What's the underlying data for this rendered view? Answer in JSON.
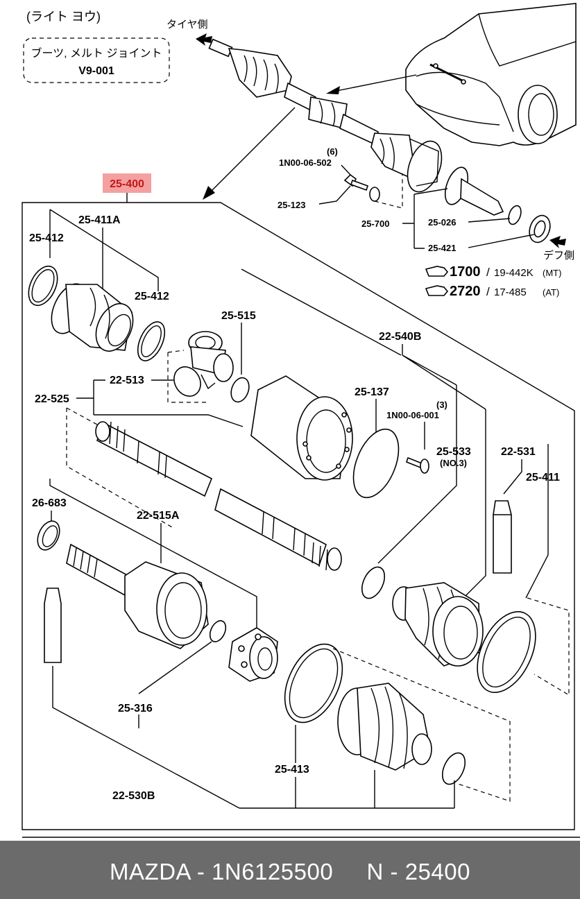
{
  "header": {
    "title_jp": "(ライト ヨウ)",
    "title_box_line1": "ブーツ, メルト ジョイント",
    "title_box_line2": "V9-001",
    "tire_side": "タイヤ側",
    "diff_side": "デフ側"
  },
  "highlight_part": "25-400",
  "top_labels": {
    "bolt_count": "(6)",
    "bolt_part": "1N00-06-502",
    "p_25_123": "25-123",
    "p_25_700": "25-700",
    "p_25_026": "25-026",
    "p_25_421": "25-421"
  },
  "references": [
    {
      "icon": "hand-pointer-icon",
      "page": "1700",
      "ref": "19-442K",
      "note": "(MT)"
    },
    {
      "icon": "hand-pointer-icon",
      "page": "2720",
      "ref": "17-485",
      "note": "(AT)"
    }
  ],
  "parts": {
    "p_25_411A": "25-411A",
    "p_25_412a": "25-412",
    "p_25_412b": "25-412",
    "p_25_515": "25-515",
    "p_22_540B": "22-540B",
    "p_22_513": "22-513",
    "p_22_525": "22-525",
    "p_25_137": "25-137",
    "screw_count": "(3)",
    "screw_part": "1N00-06-001",
    "p_25_533": "25-533",
    "p_25_533_note": "(NO.3)",
    "p_22_531": "22-531",
    "p_25_411": "25-411",
    "p_26_683": "26-683",
    "p_22_515A": "22-515A",
    "p_25_316": "25-316",
    "p_22_530B": "22-530B",
    "p_25_413": "25-413"
  },
  "footer": {
    "text": "MAZDA - 1N6125500     N - 25400"
  },
  "colors": {
    "highlight": "#f4a0a0",
    "highlight_text": "#c01818",
    "footer_bg": "#6b6b6b",
    "footer_text": "#ffffff"
  }
}
